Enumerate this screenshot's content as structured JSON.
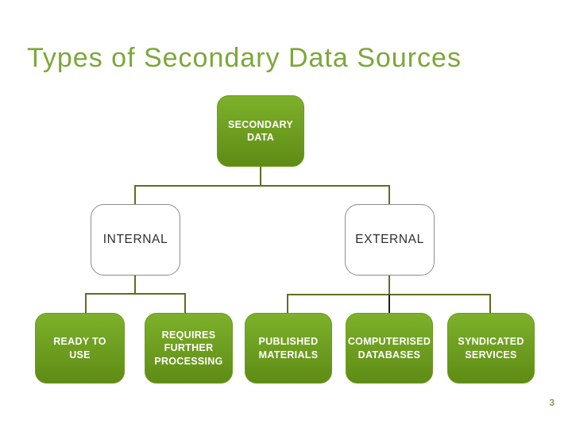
{
  "slide": {
    "title": "Types of Secondary Data Sources",
    "page_number": "3",
    "colors": {
      "title_green": "#7CA739",
      "green_box_top": "#7DB12A",
      "green_box_bottom": "#5E8C15",
      "white_box_border": "#8C8C8C",
      "connector_olive": "#5E6E20",
      "connector_dark": "#1E1E1E",
      "green_box_text": "#FFFFFF",
      "white_box_text": "#2E2E2E",
      "page_number_color": "#8F9A5F"
    }
  },
  "diagram": {
    "root": {
      "label": "SECONDARY DATA"
    },
    "level2": [
      {
        "label": "INTERNAL"
      },
      {
        "label": "EXTERNAL"
      }
    ],
    "internal_children": [
      {
        "label": "READY TO USE"
      },
      {
        "label": "REQUIRES FURTHER PROCESSING"
      }
    ],
    "external_children": [
      {
        "label": "PUBLISHED MATERIALS"
      },
      {
        "label": "COMPUTERISED DATABASES"
      },
      {
        "label": "SYNDICATED SERVICES"
      }
    ]
  }
}
